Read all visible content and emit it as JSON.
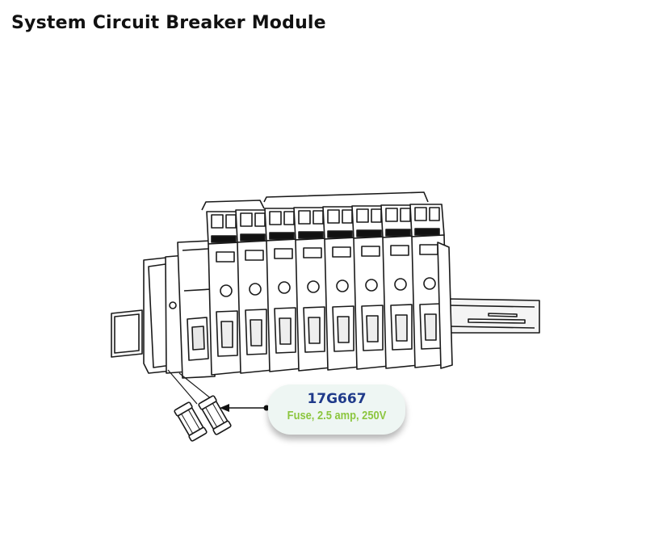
{
  "page": {
    "title": "System Circuit Breaker Module"
  },
  "callout": {
    "part_number": "17G667",
    "description": "Fuse, 2.5 amp, 250V",
    "part_color": "#1f3a8a",
    "description_color": "#8cc63f",
    "background_color": "#eef6f3"
  },
  "diagram": {
    "breaker_count": 8,
    "fuse_count": 2,
    "icons": [
      "circuit-breaker-module-illustration",
      "din-rail",
      "fuse-icon",
      "arrow-pointer"
    ]
  }
}
